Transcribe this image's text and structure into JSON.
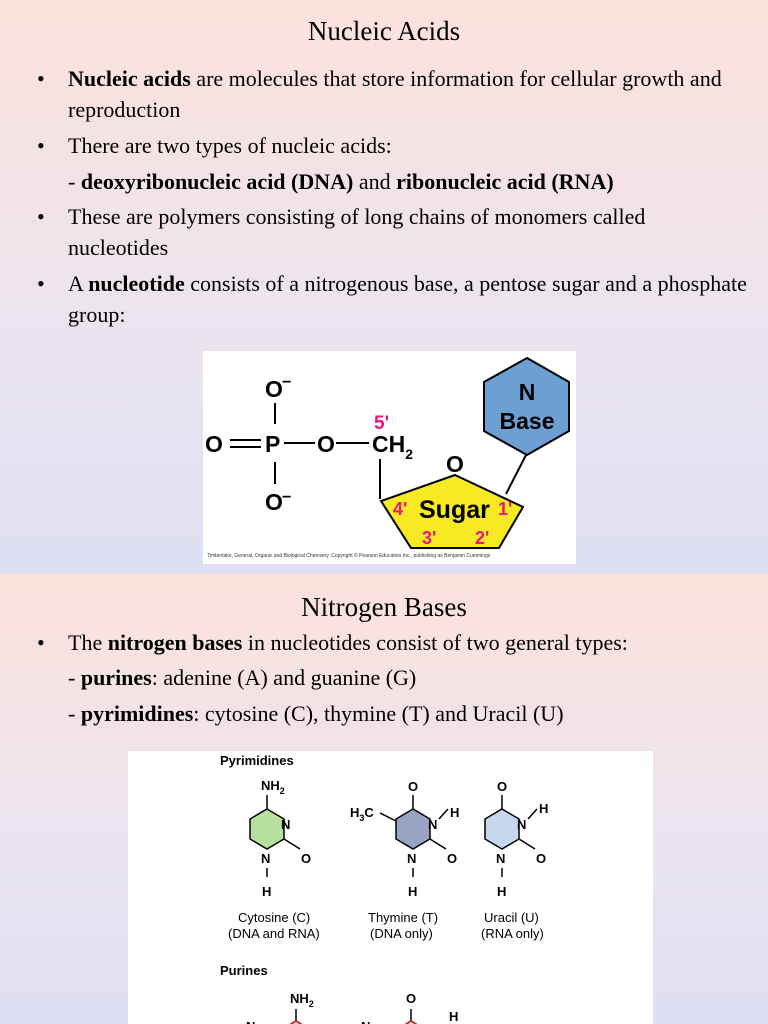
{
  "slide1": {
    "title": "Nucleic Acids",
    "bullet_char": "•",
    "b1": {
      "bold": "Nucleic acids",
      "rest": " are molecules that store information for cellular growth and reproduction"
    },
    "b2": {
      "text": "There are two types of nucleic acids:"
    },
    "b2_sub": {
      "dash": "- ",
      "dna": "deoxyribonucleic acid (DNA)",
      "and": " and ",
      "rna": "ribonucleic acid (RNA)"
    },
    "b3": {
      "text": "These are polymers consisting of long chains of monomers called nucleotides"
    },
    "b4": {
      "pre": "A ",
      "bold": "nucleotide",
      "rest": " consists of a nitrogenous base, a pentose sugar and a phosphate group:"
    },
    "figure": {
      "o_top": "O",
      "minus": "−",
      "o_left": "O",
      "p": "P",
      "o_mid": "O",
      "ch2": "CH",
      "ch2_sub": "2",
      "o_bottom": "O",
      "five_prime": "5'",
      "ring_o": "O",
      "four_prime": "4'",
      "sugar": "Sugar",
      "one_prime": "1'",
      "three_prime": "3'",
      "two_prime": "2'",
      "n": "N",
      "base": "Base",
      "credit": "Timberlake, General, Organic and Biological Chemistry. Copyright © Pearson Education Inc., publishing as Benjamin Cummings",
      "colors": {
        "sugar": "#f7ea22",
        "base": "#6d9fd2",
        "primes": "#e5197e"
      }
    }
  },
  "slide2": {
    "title": "Nitrogen Bases",
    "b1": {
      "pre": "The ",
      "bold": "nitrogen bases",
      "rest": " in nucleotides consist of two general types:"
    },
    "purines": {
      "dash": "- ",
      "bold": "purines",
      "rest": ":  adenine (A) and guanine (G)"
    },
    "pyrimidines": {
      "dash": "- ",
      "bold": "pyrimidines",
      "rest": ":  cytosine (C), thymine (T) and Uracil (U)"
    },
    "figure": {
      "pyr_header": "Pyrimidines",
      "pur_header": "Purines",
      "nh2": "NH",
      "sub2": "2",
      "n": "N",
      "o": "O",
      "h": "H",
      "h3c": "H",
      "sub3": "3",
      "c": "C",
      "cyt_name": "Cytosine (C)",
      "cyt_note": "(DNA and RNA)",
      "thy_name": "Thymine (T)",
      "thy_note": "(DNA only)",
      "ura_name": "Uracil (U)",
      "ura_note": "(RNA only)",
      "colors": {
        "cytosine": "#b7e0a0",
        "thymine": "#9aa3c2",
        "uracil": "#c7d8ee"
      }
    }
  }
}
